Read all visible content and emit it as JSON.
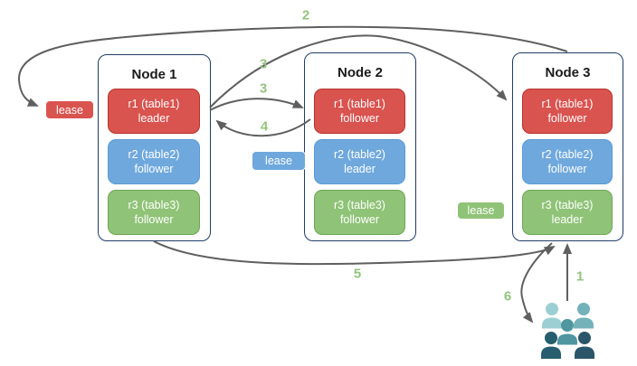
{
  "colors": {
    "bg": "#FFFFFF",
    "node-border": "#1F3D66",
    "red-fill": "#D9534F",
    "red-border": "#B7332E",
    "blue-fill": "#6FA8DC",
    "blue-border": "#5B9BD5",
    "green-fill": "#8FC377",
    "green-border": "#6EA557",
    "arrow": "#5F5F5F",
    "step": "#93C47D",
    "title": "#1A1A1A"
  },
  "nodes": [
    {
      "title": "Node 1",
      "ranges": [
        {
          "name": "r1 (table1)",
          "role": "leader",
          "color": "red"
        },
        {
          "name": "r2 (table2)",
          "role": "follower",
          "color": "blue"
        },
        {
          "name": "r3 (table3)",
          "role": "follower",
          "color": "green"
        }
      ]
    },
    {
      "title": "Node 2",
      "ranges": [
        {
          "name": "r1 (table1)",
          "role": "follower",
          "color": "red"
        },
        {
          "name": "r2 (table2)",
          "role": "leader",
          "color": "blue"
        },
        {
          "name": "r3 (table3)",
          "role": "follower",
          "color": "green"
        }
      ]
    },
    {
      "title": "Node 3",
      "ranges": [
        {
          "name": "r1 (table1)",
          "role": "follower",
          "color": "red"
        },
        {
          "name": "r2 (table2)",
          "role": "follower",
          "color": "blue"
        },
        {
          "name": "r3 (table3)",
          "role": "leader",
          "color": "green"
        }
      ]
    }
  ],
  "leases": [
    {
      "label": "lease",
      "color": "red"
    },
    {
      "label": "lease",
      "color": "blue"
    },
    {
      "label": "lease",
      "color": "green"
    }
  ],
  "steps": {
    "s1": "1",
    "s2": "2",
    "s3a": "3",
    "s3b": "3",
    "s4": "4",
    "s5": "5",
    "s6": "6"
  },
  "people": {
    "icon": "users-group-icon",
    "colors": [
      "#9CCFD4",
      "#74B2B9",
      "#4F96A1",
      "#265E6F",
      "#2B5568"
    ]
  }
}
